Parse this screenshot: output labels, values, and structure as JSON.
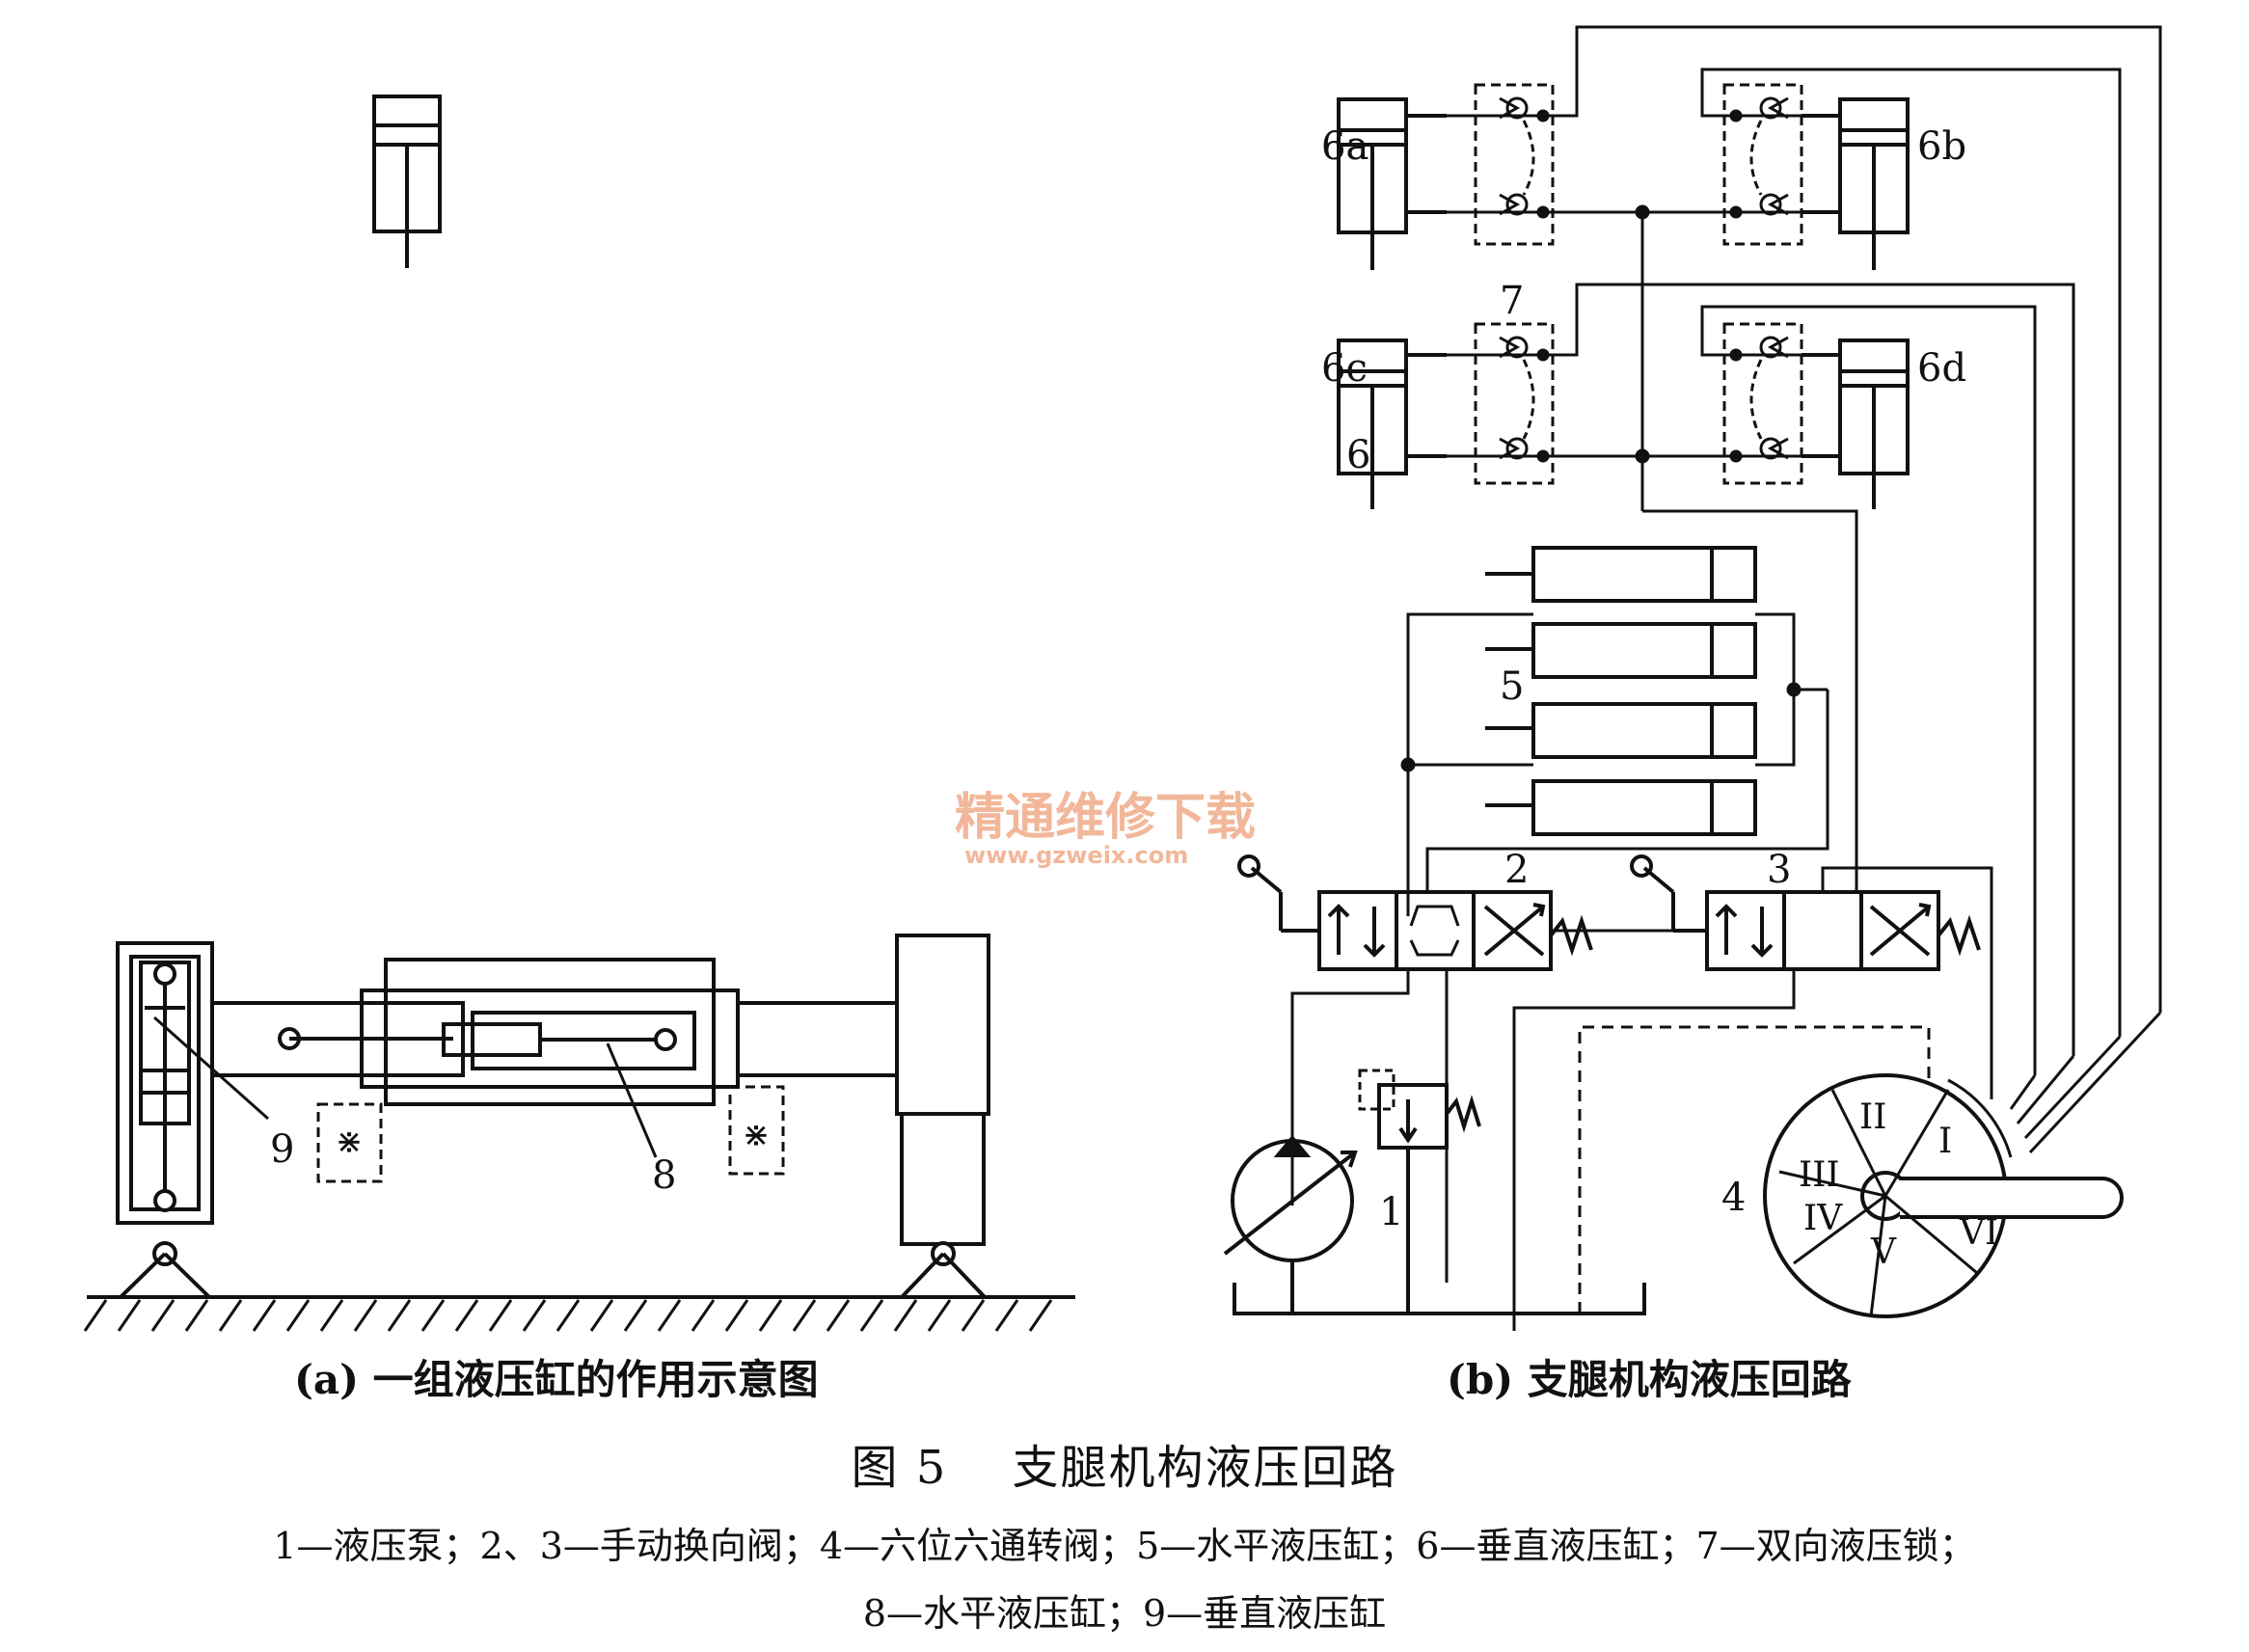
{
  "labels": {
    "a_9": "9",
    "a_8": "8",
    "b_6a": "6a",
    "b_6b": "6b",
    "b_6c": "6c",
    "b_6d": "6d",
    "b_6": "6",
    "b_7": "7",
    "b_5": "5",
    "b_2": "2",
    "b_3": "3",
    "b_1": "1",
    "b_4": "4"
  },
  "rotary_positions": [
    "I",
    "II",
    "III",
    "IV",
    "V",
    "VI"
  ],
  "subcaptions": {
    "a": "(a) 一组液压缸的作用示意图",
    "b": "(b) 支腿机构液压回路"
  },
  "figure_title": "图 5　 支腿机构液压回路",
  "legend": {
    "line1": "1—液压泵；2、3—手动换向阀；4—六位六通转阀；5—水平液压缸；6—垂直液压缸；7—双向液压锁；",
    "line2": "8—水平液压缸；9—垂直液压缸"
  },
  "watermark": {
    "text": "精通维修下载",
    "url": "www.gzweix.com"
  },
  "colors": {
    "ink": "#111111",
    "watermark": "#f2b79a"
  }
}
